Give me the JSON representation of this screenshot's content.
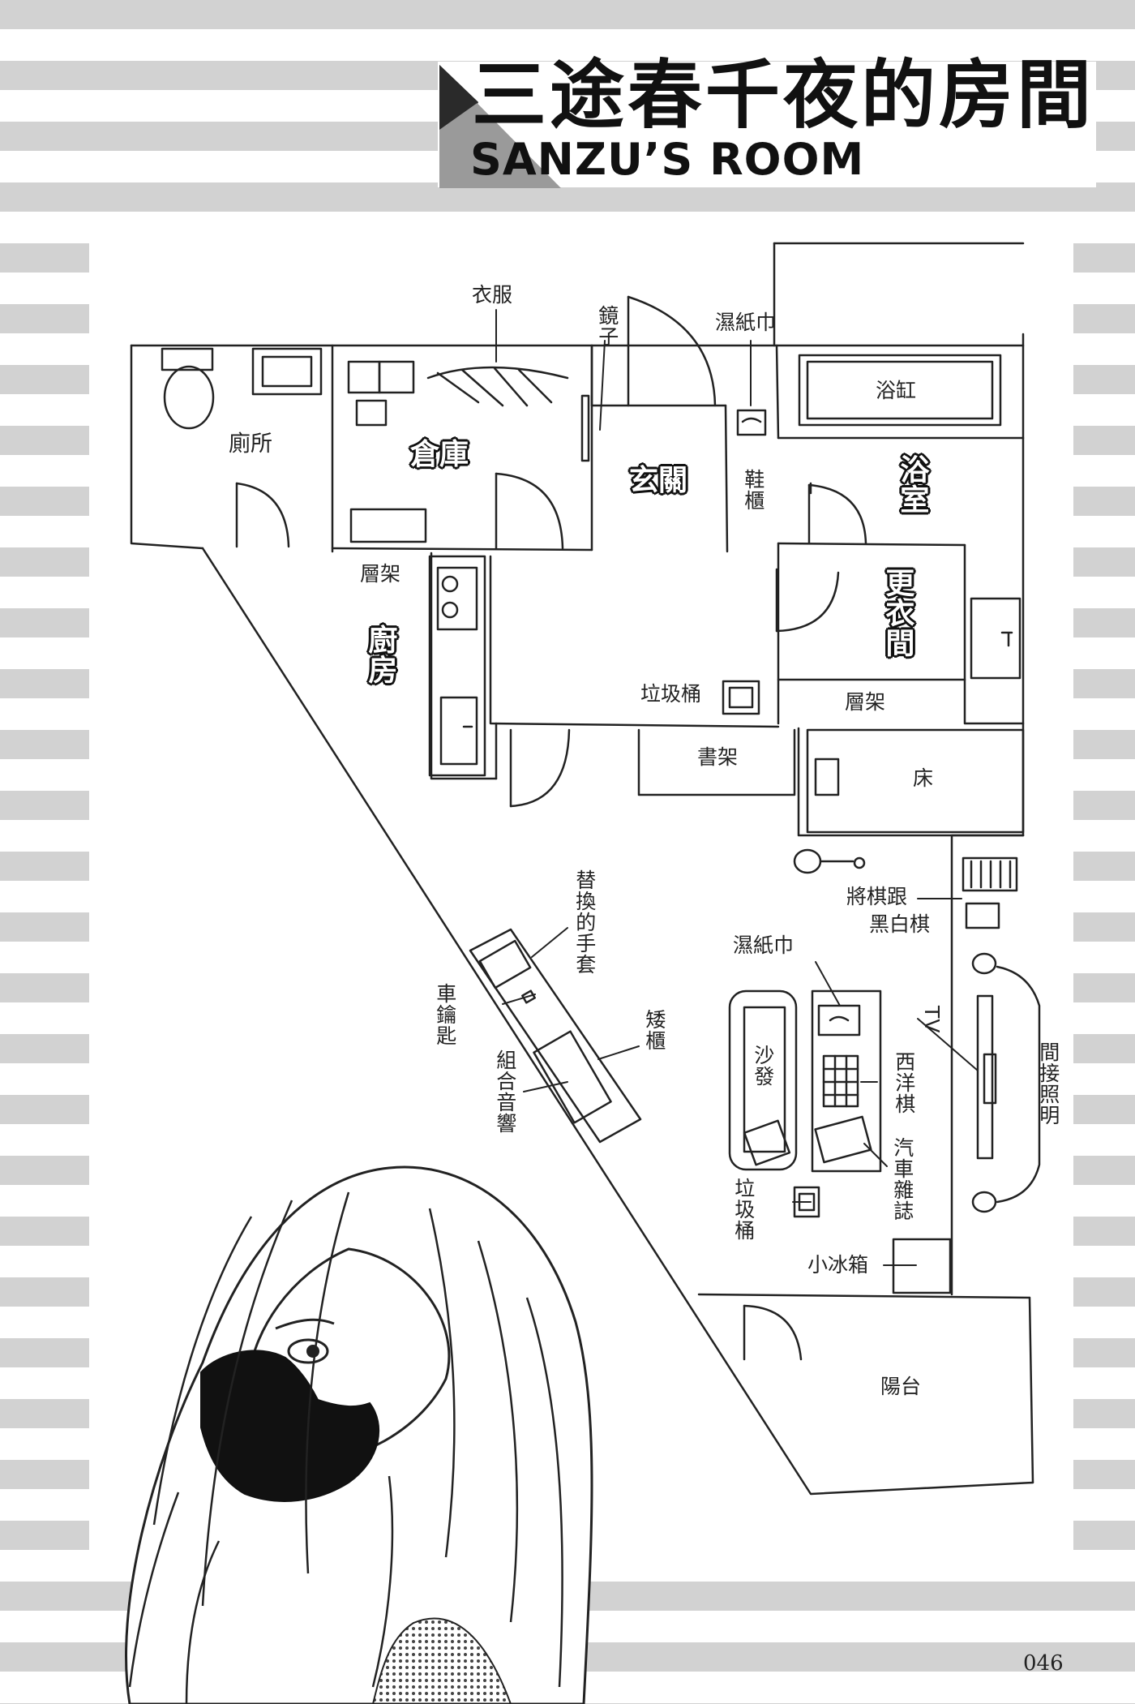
{
  "title": {
    "chinese": "三途春千夜的房間",
    "english": "SANZU’S ROOM"
  },
  "rooms": {
    "toilet": "廁所",
    "storage": "倉庫",
    "entrance": "玄關",
    "bathroom": "浴室",
    "kitchen": "廚房",
    "dressing_room": "更衣間",
    "bathtub": "浴缸",
    "bed": "床",
    "balcony": "陽台"
  },
  "labels": {
    "clothes": "衣服",
    "mirror": "鏡子",
    "wet_wipes_top": "濕紙巾",
    "shoe_cabinet": "鞋櫃",
    "shelf_kitchen": "層架",
    "shelf_dressing": "層架",
    "trash_can_top": "垃圾桶",
    "bookshelf": "書架",
    "shogi_reversi_1": "將棋跟",
    "shogi_reversi_2": "黑白棋",
    "spare_gloves": "替換的手套",
    "car_keys": "車鑰匙",
    "low_cabinet": "矮櫃",
    "stereo": "組合音響",
    "wet_wipes_sofa": "濕紙巾",
    "sofa": "沙發",
    "tv": "TV",
    "indirect_lighting": "間接照明",
    "chess": "西洋棋",
    "car_magazines": "汽車雜誌",
    "trash_can_bottom": "垃圾桶",
    "mini_fridge": "小冰箱"
  },
  "page_number": "046"
}
